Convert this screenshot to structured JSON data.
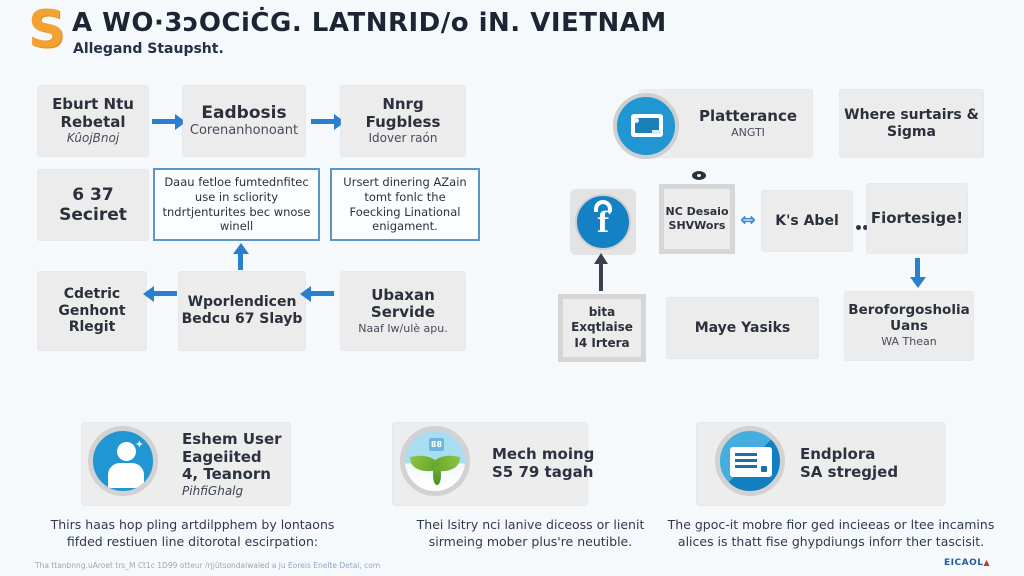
{
  "header": {
    "logo": "S",
    "title": "A WO·3ɔOCiĊG. LATNRID/o iN. VIETNAM",
    "subtitle": "Allegand Staupsht."
  },
  "left_flow": {
    "row1": [
      {
        "title": "Eburt Ntu Rebetal",
        "subtitle": "KûojBnoj"
      },
      {
        "title": "Eadbosis",
        "subtitle": "Corenanhonoant"
      },
      {
        "title": "Nnrg Fugbless",
        "subtitle": "Idover raón"
      }
    ],
    "row2": [
      {
        "title": "6 37 Seciret"
      },
      {
        "text": "Daau fetloe fumtednfitec use in scliority tndrtjenturites bec wnose winell"
      },
      {
        "text": "Ursert dinering AZain tomt fonlc the Foecking Linational enigament."
      }
    ],
    "row3": [
      {
        "title": "Cdetric Genhont Rlegit"
      },
      {
        "title": "Wporlendicen Bedcu 67 Slayb"
      },
      {
        "title": "Ubaxan Servide",
        "subtitle": "Naaf Iw/ulè apu."
      }
    ]
  },
  "right_flow": {
    "connector": "⇔",
    "row1": [
      {
        "title": "Platterance",
        "subtitle": "ANGTI"
      },
      {
        "title": "Where surtairs & Sigma"
      }
    ],
    "row2": [
      {
        "title": "NC Desaio SHVWors"
      },
      {
        "title": "K's Abel"
      },
      {
        "title": "Fiortesige!"
      }
    ],
    "row3": [
      {
        "title": "bita Exqtlaise I4 Irtera"
      },
      {
        "title": "Maye Yasiks"
      },
      {
        "title": "Beroforgosholia Uans",
        "subtitle": "WA Thean"
      }
    ]
  },
  "bottom_cards": [
    {
      "icon": "user-icon",
      "line1": "Eshem User",
      "line2": "Eageiited",
      "line3": "4, Teanorn",
      "subtitle": "PihfiGhalg",
      "caption1": "Thirs haas hop pling artdilpphem by lontaons",
      "caption2": "fifded restiuen line ditorotal escirpation:"
    },
    {
      "icon": "sprout-icon",
      "line1": "Mech moing",
      "line2": "S5 79 tagah",
      "caption1": "Thei lsitry nci lanive diceoss or lienit",
      "caption2": "sirmeing mober plus're neutible."
    },
    {
      "icon": "mail-card-icon",
      "line1": "Endplora",
      "line2": "SA stregjed",
      "caption1": "The gpoc-it mobre fior ged incieeas or ltee incamins",
      "caption2": "alices is thatt fise ghypdiungs inforr ther tascisit."
    }
  ],
  "footer": {
    "text": "Tha ttanbnng.uAroet trs_M Ct1c 1D99 otteur /rjjütsondalwaled a ",
    "link": "ju Eoreis Enelte Detai, com",
    "brand": "EICAOL",
    "brand_mark": "▲"
  },
  "colors": {
    "accent_blue": "#2b7fd0",
    "facebook_blue": "#1481c5",
    "logo_orange": "#f2a231",
    "box_gray": "#ececec",
    "background": "#f6f9fb"
  }
}
